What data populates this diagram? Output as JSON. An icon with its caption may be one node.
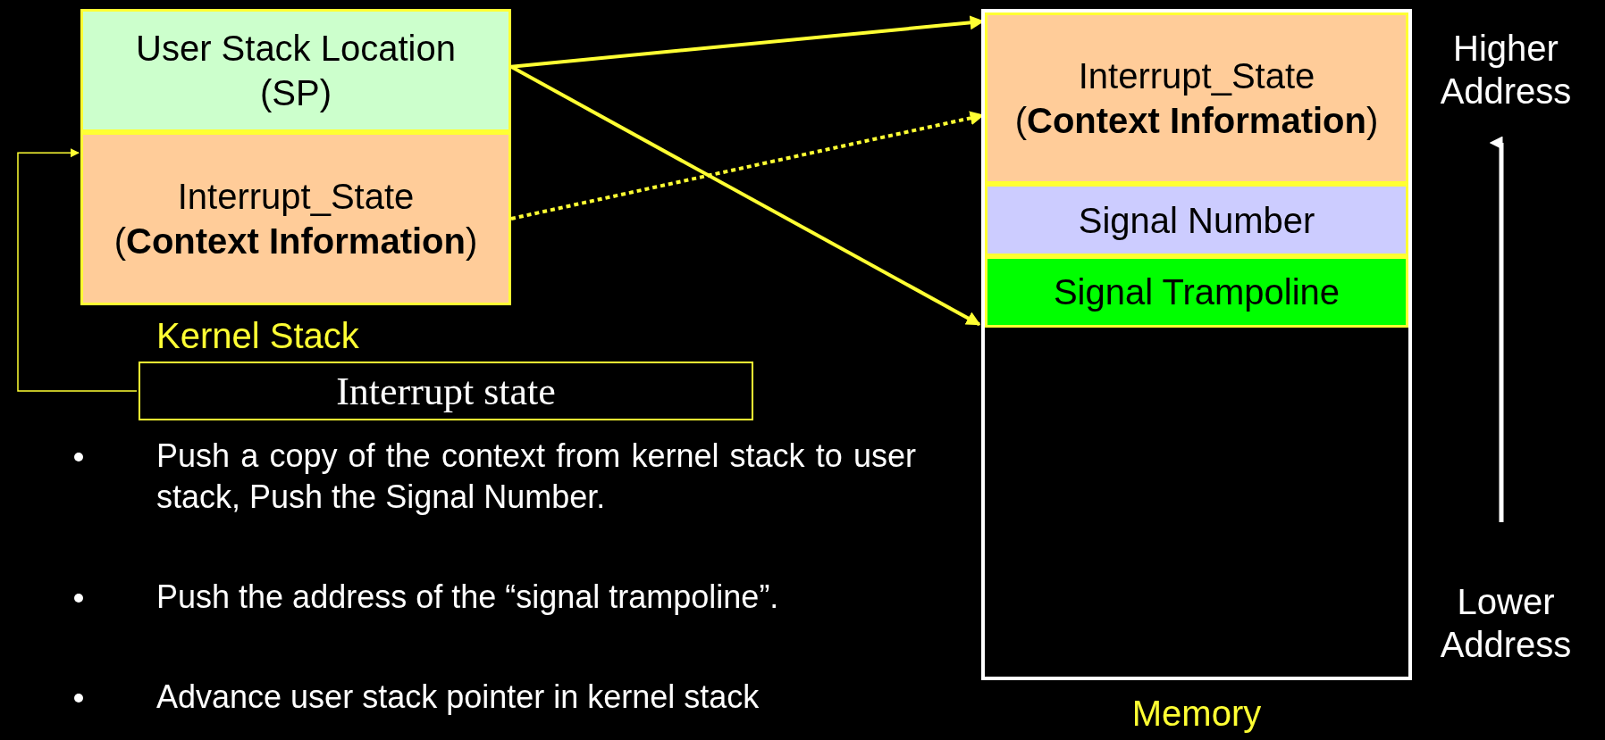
{
  "diagram": {
    "nodes": [
      {
        "text": [
          "User Stack Location (SP)"
        ]
      },
      {
        "text": [
          "Interrupt_State (**Context Information**)"
        ]
      },
      {
        "text": [
          "Memory"
        ]
      },
      {
        "text": [
          "Interrupt_State (**Context Information**)"
        ],
        "in": 2
      },
      {
        "text": [
          "Signal Number"
        ],
        "in": 2
      },
      {
        "text": [
          "Signal Trampoline"
        ],
        "in": 2
      },
      {
        "text": [
          "Interrupt state"
        ]
      }
    ],
    "edges": [
      {
        "from": 0,
        "to": 3,
        "arrow": "to"
      },
      {
        "from": 0,
        "to": 2,
        "arrow": "to"
      },
      {
        "from": 1,
        "to": 3,
        "arrow": "to",
        "style": "dashed"
      },
      {
        "from": 6,
        "to": 1,
        "arrow": "to"
      }
    ],
    "labels": [
      "Kernel Stack",
      "Higher Address",
      "Lower Address",
      "Push a copy of the context from kernel stack to user stack, Push the Signal Number.",
      "Push the address of the “signal trampoline”.",
      "Advance user stack pointer in kernel stack"
    ]
  }
}
